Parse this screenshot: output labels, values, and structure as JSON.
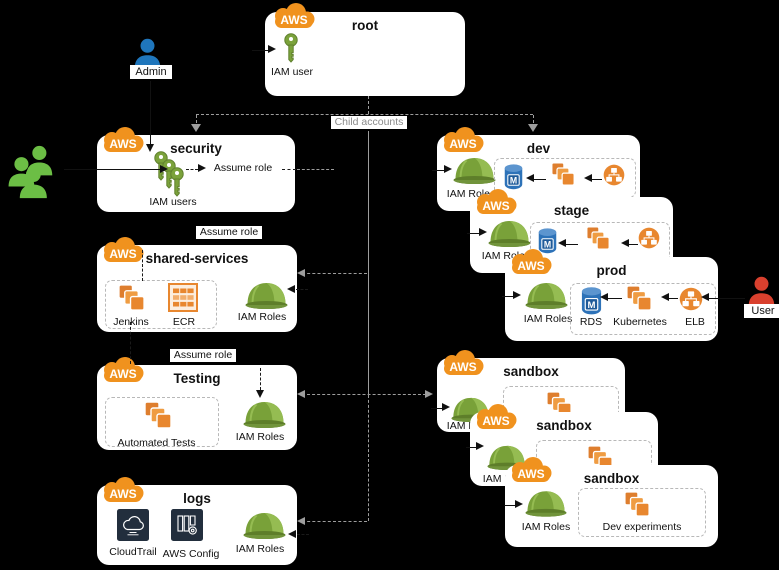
{
  "badge": "AWS",
  "icons": {
    "rds_letter": "M"
  },
  "actors": {
    "admin": "Admin",
    "user": "User"
  },
  "connectors": {
    "child_accounts": "Child accounts",
    "assume_role_security": "Assume role",
    "assume_role_shared_services": "Assume role",
    "assume_role_testing": "Assume role"
  },
  "accounts": {
    "root": {
      "title": "root",
      "iam_user": "IAM user"
    },
    "security": {
      "title": "security",
      "iam_users": "IAM users"
    },
    "shared_services": {
      "title": "shared-services",
      "jenkins": "Jenkins",
      "ecr": "ECR",
      "iam_roles": "IAM Roles"
    },
    "testing": {
      "title": "Testing",
      "automated_tests": "Automated Tests",
      "iam_roles": "IAM Roles"
    },
    "logs": {
      "title": "logs",
      "cloudtrail": "CloudTrail",
      "aws_config": "AWS Config",
      "iam_roles": "IAM Roles"
    },
    "dev": {
      "title": "dev",
      "iam_roles": "IAM Roles"
    },
    "stage": {
      "title": "stage",
      "iam_roles": "IAM Roles"
    },
    "prod": {
      "title": "prod",
      "iam_roles": "IAM Roles",
      "rds": "RDS",
      "kubernetes": "Kubernetes",
      "elb": "ELB"
    },
    "sandbox_1": {
      "title": "sandbox",
      "iam_roles": "IAM Roles"
    },
    "sandbox_2": {
      "title": "sandbox",
      "iam_roles": "IAM Roles"
    },
    "sandbox_3": {
      "title": "sandbox",
      "iam_roles": "IAM Roles",
      "dev_experiments": "Dev experiments"
    }
  },
  "colors": {
    "background": "#000000",
    "box": "#ffffff",
    "aws_orange": "#F0921E",
    "iam_green": "#7BA23B",
    "service_orange": "#E8872F",
    "db_blue": "#2D72B8",
    "dark_navy": "#222E3D",
    "admin_blue": "#1F76BC",
    "user_red": "#D9402E",
    "users_green": "#6CBE45",
    "connector_gray": "#9d9d9d"
  }
}
